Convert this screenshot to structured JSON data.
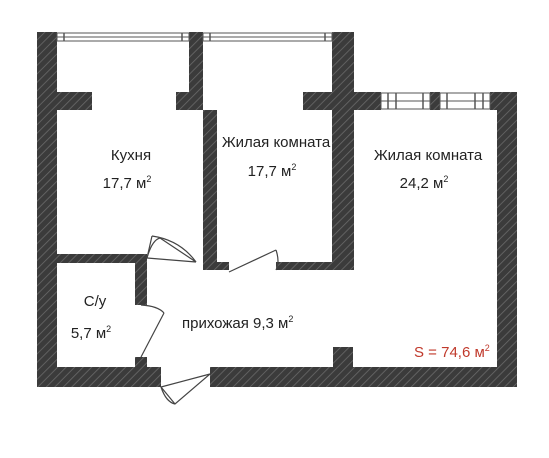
{
  "colors": {
    "wall_fill": "#3b3b3b",
    "wall_hatch": "#6a6a6a",
    "window_frame": "#555555",
    "door_line": "#444444",
    "text": "#222222",
    "total_text": "#c0392b"
  },
  "rooms": [
    {
      "name": "Кухня",
      "area": "17,7 м",
      "unit_sup": "2"
    },
    {
      "name": "Жилая комната",
      "area": "17,7 м",
      "unit_sup": "2"
    },
    {
      "name": "Жилая комната",
      "area": "24,2 м",
      "unit_sup": "2"
    },
    {
      "name": "С/у",
      "area": "5,7 м",
      "unit_sup": "2"
    },
    {
      "name": "прихожая",
      "area": "9,3 м",
      "unit_sup": "2"
    }
  ],
  "total": {
    "label": "S = 74,6 м",
    "unit_sup": "2"
  }
}
